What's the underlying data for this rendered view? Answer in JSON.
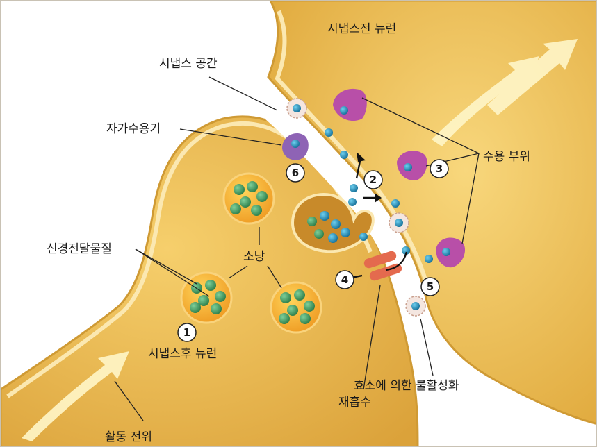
{
  "labels": {
    "presynaptic": "시냅스전 뉴런",
    "cleft": "시냅스 공간",
    "autoreceptor": "자가수용기",
    "receptor_sites": "수용 부위",
    "neurotransmitter": "신경전달물질",
    "vesicle": "소낭",
    "postsynaptic": "시냅스후 뉴런",
    "action_potential": "활동 전위",
    "reuptake": "재흡수",
    "enzyme_inactivation": "효소에 의한 불활성화"
  },
  "steps": [
    "1",
    "2",
    "3",
    "4",
    "5",
    "6"
  ],
  "colors": {
    "neuron_fill": "#f2c45a",
    "neuron_edge": "#d7a13a",
    "membrane": "#fbe9b0",
    "vesicle": "#f2a22c",
    "transmitter_green": "#3a9a5e",
    "transmitter_blue": "#1f8fbf",
    "receptor": "#b84fa8",
    "autoreceptor": "#8e63b5",
    "transporter": "#e46a4e"
  }
}
